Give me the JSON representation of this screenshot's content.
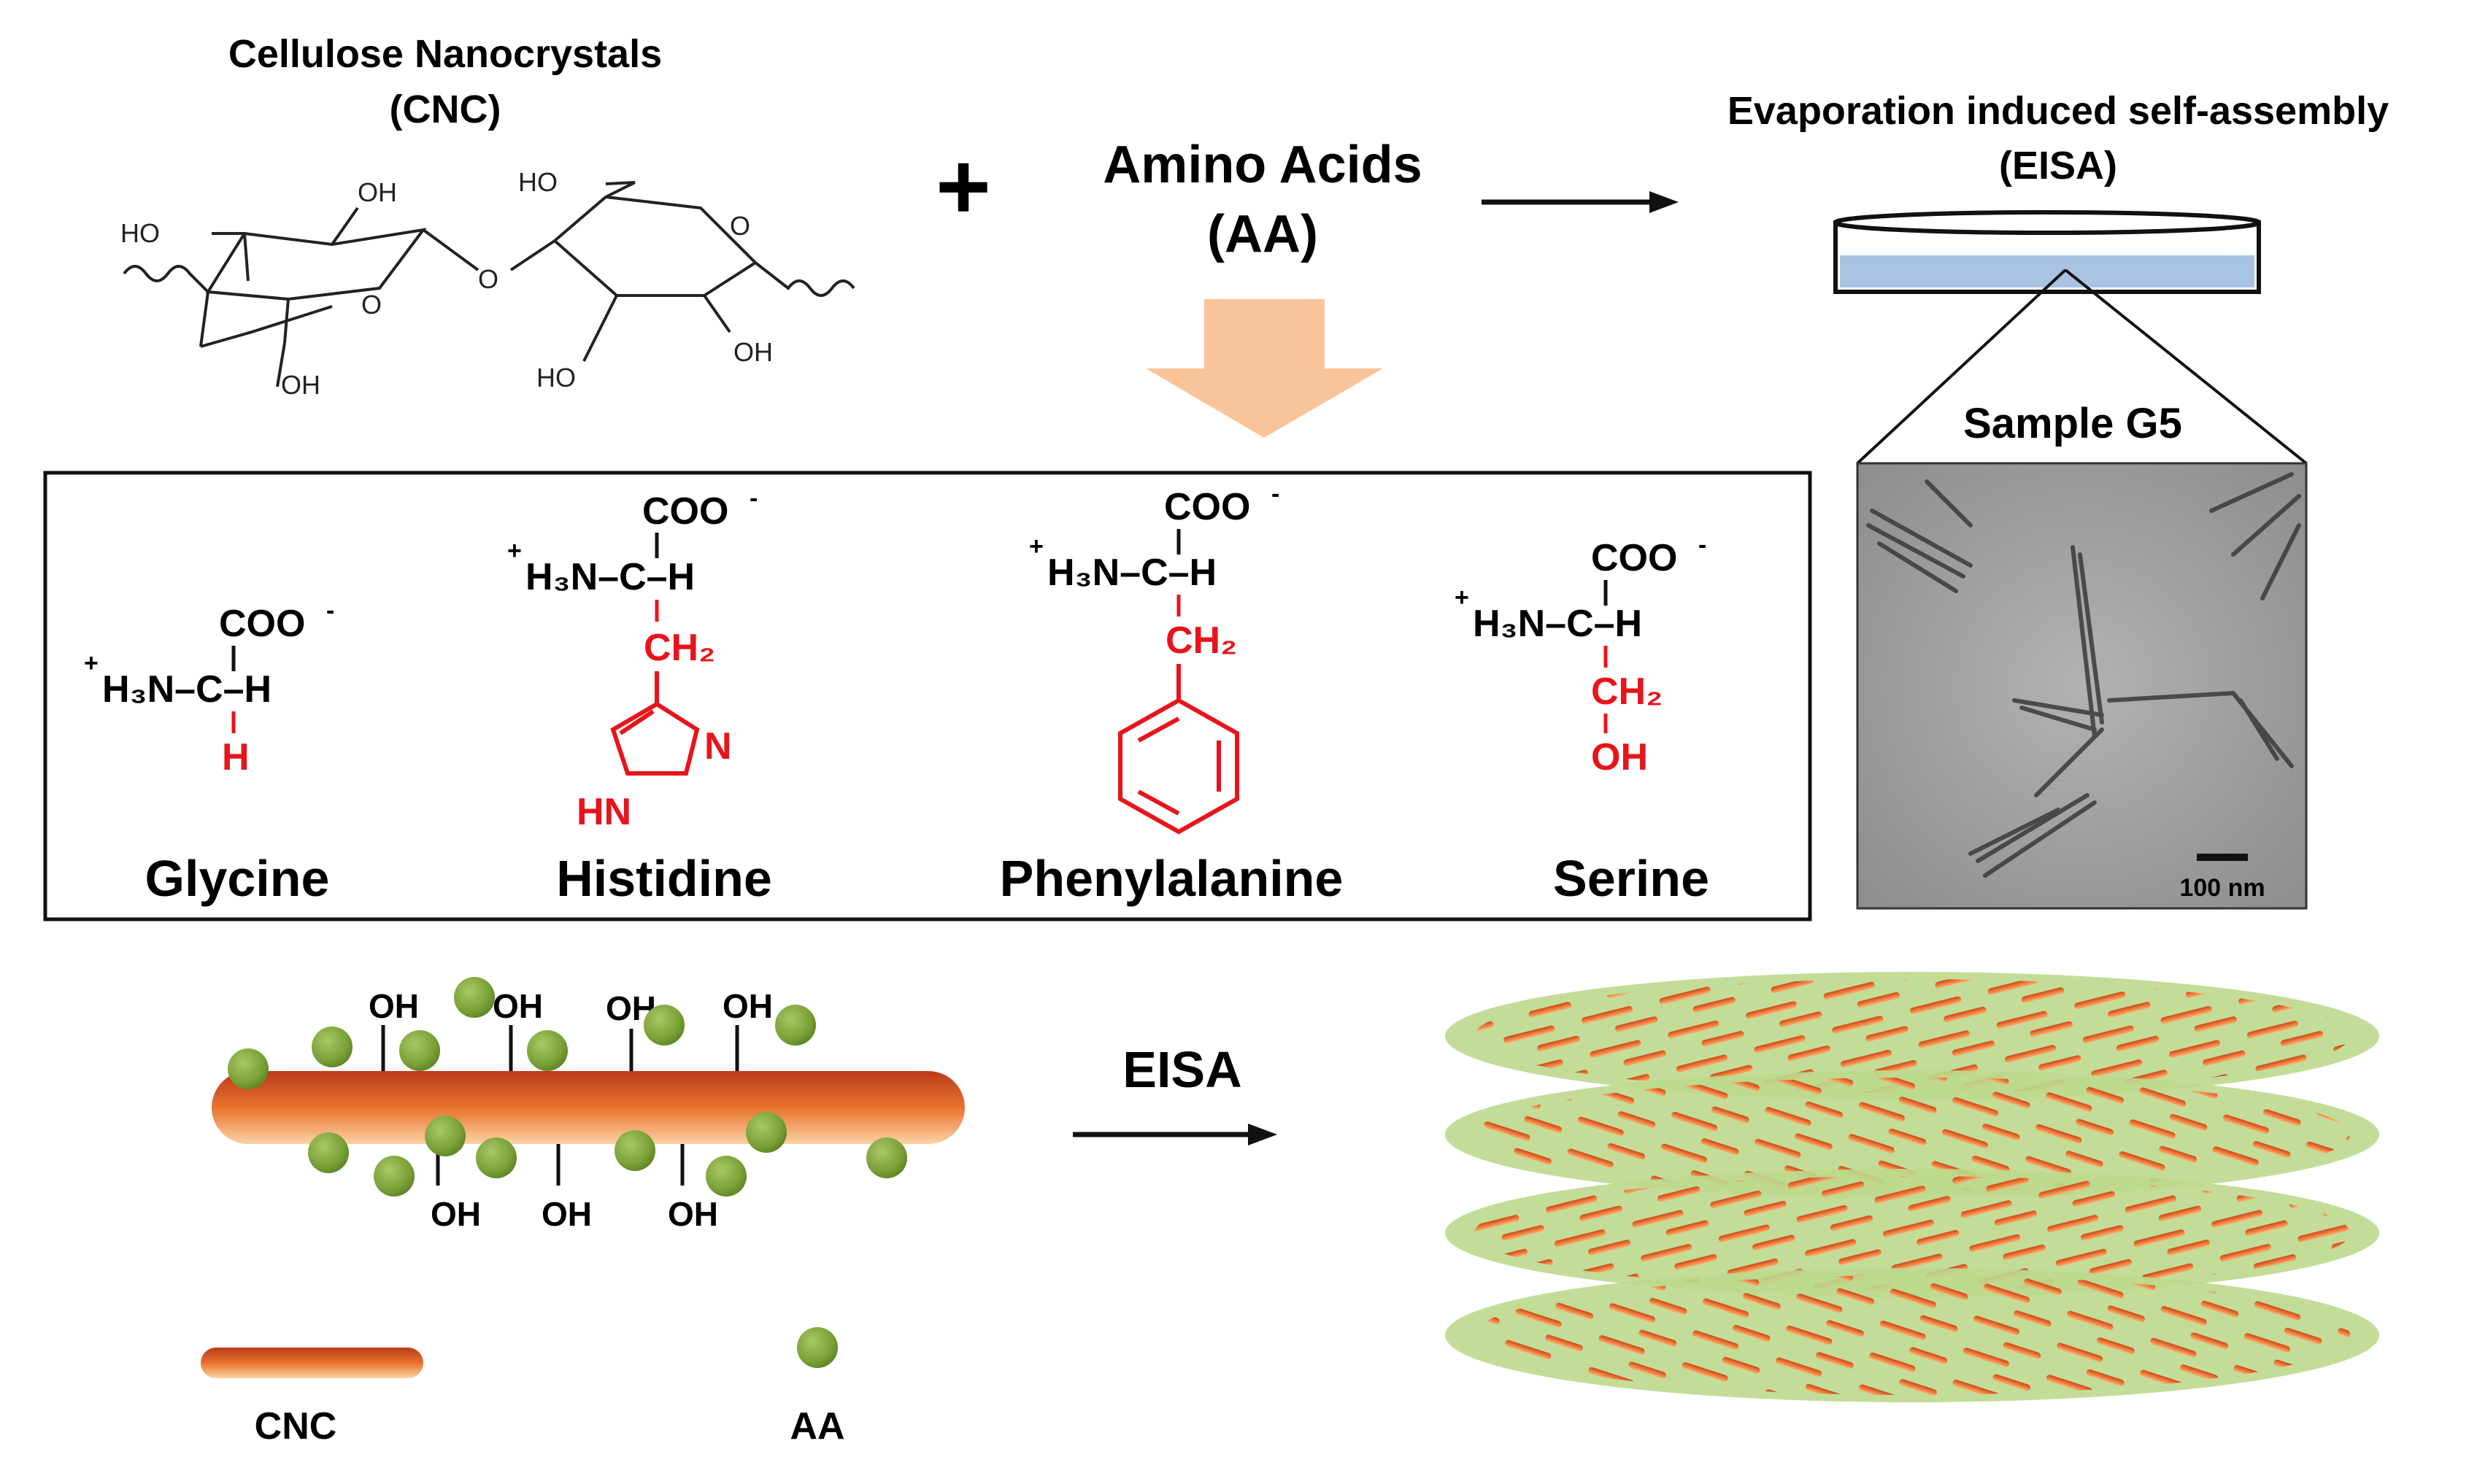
{
  "cnc_title": {
    "line1": "Cellulose Nanocrystals",
    "line2": "(CNC)"
  },
  "cnc_structure": {
    "oh1": "OH",
    "ho1": "HO",
    "o_ring1": "O",
    "oh_ch2_1": "OH",
    "o_bridge": "O",
    "ho2": "HO",
    "o_ring2": "O",
    "ho3": "HO",
    "oh3": "OH"
  },
  "plus": "+",
  "amino_title": {
    "line1": "Amino Acids",
    "line2": "(AA)"
  },
  "eisa_title": {
    "line1": "Evaporation induced self-assembly",
    "line2": "(EISA)"
  },
  "sample_label": "Sample  G5",
  "scale_label": "100 nm",
  "amino_acids": [
    {
      "name": "Glycine",
      "coo": "COO",
      "nh3": "H₃N–C–H",
      "side": [
        "H"
      ]
    },
    {
      "name": "Histidine",
      "coo": "COO",
      "nh3": "H₃N–C–H",
      "side": [
        "CH₂",
        "N",
        "HN"
      ]
    },
    {
      "name": "Phenylalanine",
      "coo": "COO",
      "nh3": "H₃N–C–H",
      "side": [
        "CH₂"
      ]
    },
    {
      "name": "Serine",
      "coo": "COO",
      "nh3": "H₃N–C–H",
      "side": [
        "CH₂",
        "OH"
      ]
    }
  ],
  "charges": {
    "minus": "-",
    "plus": "+"
  },
  "schematic": {
    "oh": "OH",
    "eisa_arrow": "EISA",
    "legend_cnc": "CNC",
    "legend_aa": "AA"
  },
  "colors": {
    "side_chain": "#e8141b",
    "arrow_orange": "#f9c49a",
    "aa_ball": "#7fa73a",
    "layer_green": "#bcd98d",
    "rod_orange": "#e9692a",
    "dish_liquid": "#a9c3e4"
  }
}
